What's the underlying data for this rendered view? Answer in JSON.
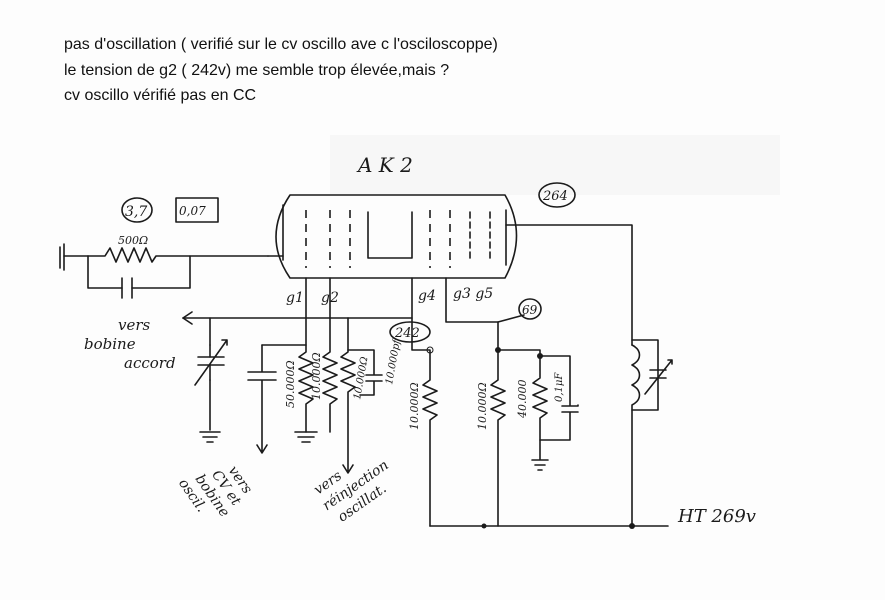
{
  "notes": [
    "pas d'oscillation  ( verifié sur le cv oscillo ave c l'osciloscoppe)",
    "le tension de g2   ( 242v)    me semble trop élevée,mais ?",
    "cv oscillo vérifié pas en CC"
  ],
  "schematic": {
    "tube_name": "A K 2",
    "voltages": {
      "grid1_circle": "3,7",
      "grid1_box": "0,07",
      "anode": "264",
      "screen": "242",
      "g3g5": "69",
      "ht": "HT   269v"
    },
    "pins": {
      "g1": "g1",
      "g2": "g2",
      "g4": "g4",
      "g3g5": "g3 g5"
    },
    "components": {
      "grid_resistor": "500Ω",
      "r_50k": "50.000Ω",
      "r_10k_a": "10.000Ω",
      "r_10k_b": "10.000Ω",
      "c_10000pf": "10.000pf",
      "r_10k_c": "10.000Ω",
      "r_10k_d": "10.000Ω",
      "r_40k": "40.000",
      "c_01uf": "0,1μF"
    },
    "hand_labels": {
      "vers_bobine_accord": [
        "vers",
        "bobine",
        "accord"
      ],
      "vers_cv_bobine_oscil": [
        "vers",
        "CV et",
        "bobine",
        "oscil."
      ],
      "vers_reinjection": [
        "vers",
        "réinjection",
        "oscillat."
      ]
    }
  }
}
